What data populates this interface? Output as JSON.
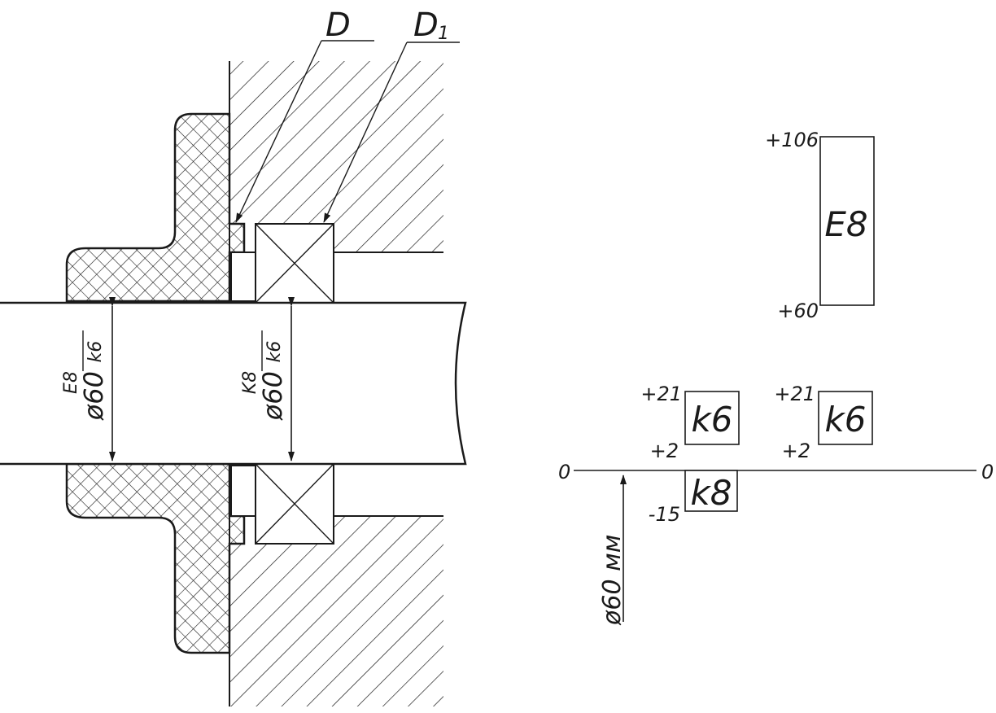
{
  "assembly": {
    "leader_left": "D",
    "leader_right": "D",
    "leader_right_sub": "1",
    "fit_left": {
      "prefix": "ø60",
      "hole": "E8",
      "shaft": "k6"
    },
    "fit_right": {
      "prefix": "ø60",
      "hole": "K8",
      "shaft": "k6"
    }
  },
  "tolerance": {
    "zero_left": "0",
    "zero_right": "0",
    "nominal": "ø60 мм",
    "E8": {
      "name": "E8",
      "upper_label": "+106",
      "lower_label": "+60",
      "upper": 106,
      "lower": 60
    },
    "k6_left": {
      "name": "k6",
      "upper_label": "+21",
      "lower_label": "+2",
      "upper": 21,
      "lower": 2
    },
    "k6_right": {
      "name": "k6",
      "upper_label": "+21",
      "lower_label": "+2",
      "upper": 21,
      "lower": 2
    },
    "K8": {
      "name": "k8",
      "lower_label": "-15",
      "upper": 0,
      "lower": -15
    }
  },
  "colors": {
    "ink": "#1a1a1a",
    "paper": "#ffffff"
  }
}
